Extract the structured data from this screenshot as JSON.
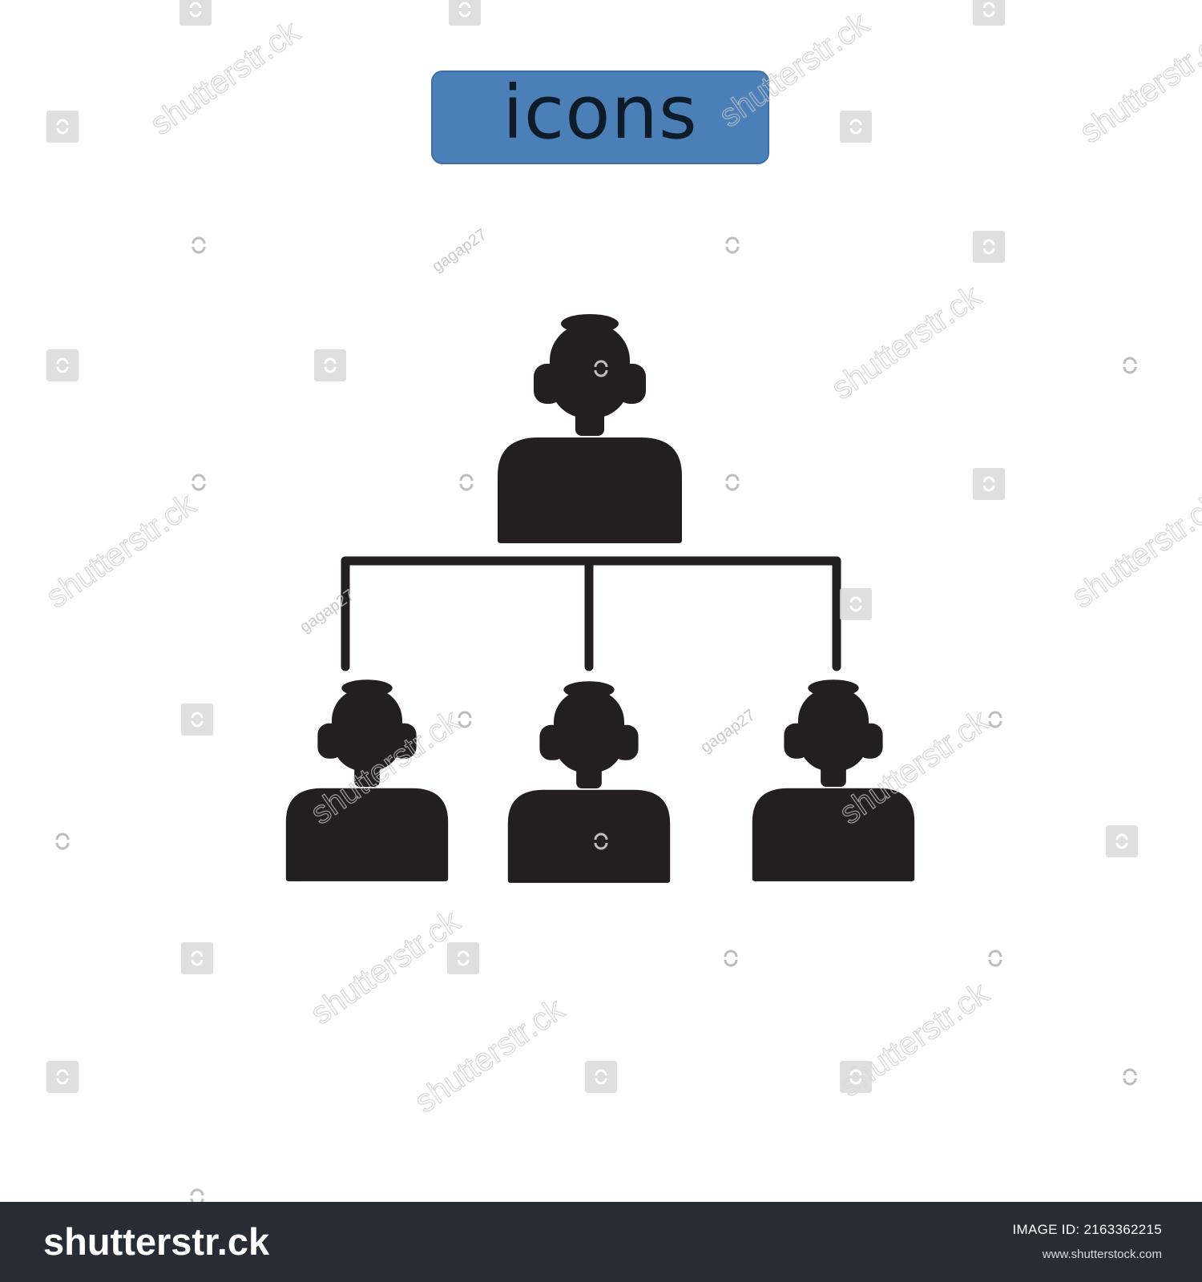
{
  "badge": {
    "label": "icons",
    "background": "#4a7fb7",
    "border": "#3d6fa3",
    "text_color": "#0e1c2a"
  },
  "diagram": {
    "icon_color": "#231f20",
    "line_color": "#231f20",
    "nodes": [
      {
        "name": "top-person-icon",
        "level": 1
      },
      {
        "name": "left-person-icon",
        "level": 2
      },
      {
        "name": "center-person-icon",
        "level": 2
      },
      {
        "name": "right-person-icon",
        "level": 2
      }
    ]
  },
  "watermark": {
    "brand": "shutterstock",
    "brand_mark": "shutterstr.ck",
    "contributor": "gagap27",
    "color": "#c9c9c9"
  },
  "footer": {
    "background": "#282c35",
    "logo_text": "shutterstr.ck",
    "image_id_label": "IMAGE ID:",
    "image_id_value": "2163362215",
    "website": "www.shutterstock.com"
  }
}
